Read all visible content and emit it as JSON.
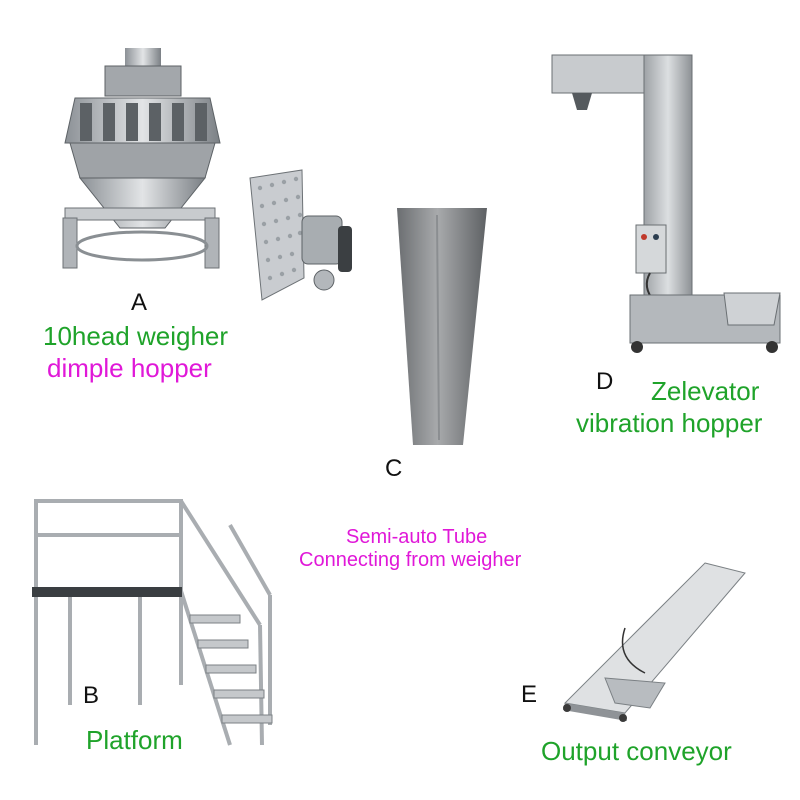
{
  "labels": {
    "a_letter": "A",
    "a_name": "10head weigher",
    "a_sub": "dimple hopper",
    "b_letter": "B",
    "b_name": "Platform",
    "c_letter": "C",
    "c_desc_line1": "Semi-auto Tube",
    "c_desc_line2": "Connecting from weigher",
    "d_letter": "D",
    "d_name": "Zelevator",
    "d_sub": "vibration hopper",
    "e_letter": "E",
    "e_name": "Output conveyor"
  },
  "colors": {
    "name_text": "#1fa32a",
    "sub_text": "#e018d8",
    "letter_text": "#111111",
    "steel": "#b9bcc0",
    "steel_dark": "#6f7478"
  },
  "icons": {
    "weigher": "multihead-weigher-picture",
    "hopper": "dimple-hopper-picture",
    "tube": "cone-tube-picture",
    "elevator": "z-elevator-picture",
    "platform": "work-platform-picture",
    "conveyor": "output-conveyor-picture"
  }
}
